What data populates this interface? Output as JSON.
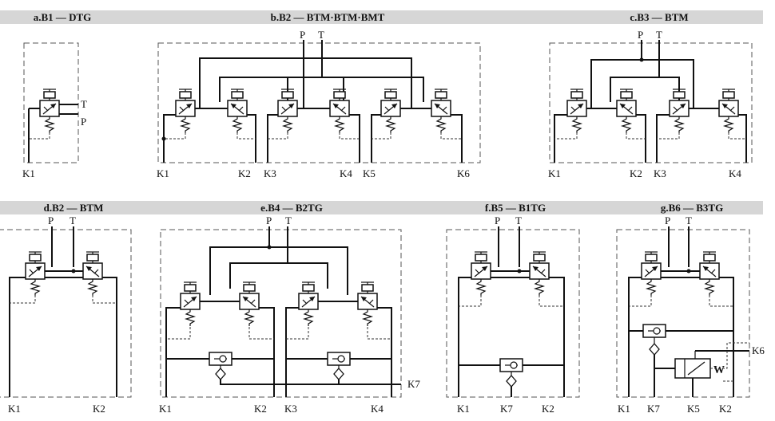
{
  "panels": {
    "a": {
      "title": "a.B1  —  DTG",
      "ports": {
        "T": "T",
        "P": "P"
      },
      "outlets": [
        "K1"
      ]
    },
    "b": {
      "title": "b.B2  —  BTM·BTM·BMT",
      "ports": {
        "P": "P",
        "T": "T"
      },
      "outlets": [
        "K1",
        "K2",
        "K3",
        "K4",
        "K5",
        "K6"
      ]
    },
    "c": {
      "title": "c.B3  —  BTM",
      "ports": {
        "P": "P",
        "T": "T"
      },
      "outlets": [
        "K1",
        "K2",
        "K3",
        "K4"
      ]
    },
    "d": {
      "title": "d.B2  —  BTM",
      "ports": {
        "P": "P",
        "T": "T"
      },
      "outlets": [
        "K1",
        "K2"
      ]
    },
    "e": {
      "title": "e.B4  —  B2TG",
      "ports": {
        "P": "P",
        "T": "T"
      },
      "outlets": [
        "K1",
        "K2",
        "K3",
        "K4"
      ],
      "aux": "K7"
    },
    "f": {
      "title": "f.B5  —  B1TG",
      "ports": {
        "P": "P",
        "T": "T"
      },
      "outlets": [
        "K1",
        "K7",
        "K2"
      ]
    },
    "g": {
      "title": "g.B6  —  B3TG",
      "ports": {
        "P": "P",
        "T": "T"
      },
      "outlets": [
        "K1",
        "K7",
        "K5",
        "K2"
      ],
      "aux": "K6",
      "spring_mark": "W"
    }
  }
}
